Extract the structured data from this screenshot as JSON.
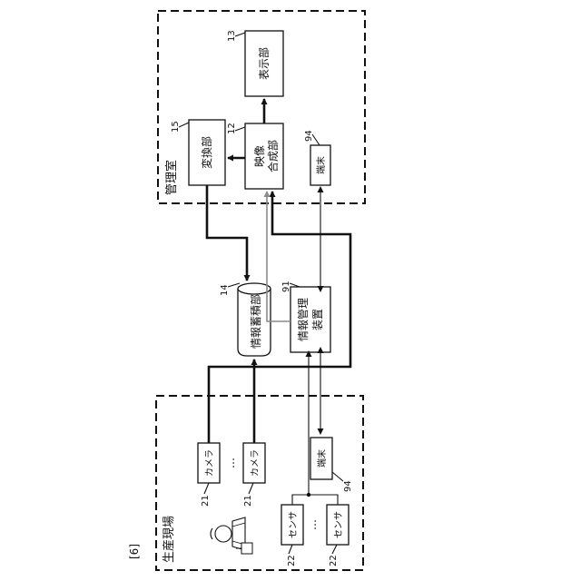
{
  "figure_label": "[6]",
  "management_room": {
    "label": "管理室",
    "display": {
      "label": "表示部",
      "ref": "13"
    },
    "video_compositor": {
      "label_line1": "映像",
      "label_line2": "合成部",
      "ref": "12"
    },
    "converter": {
      "label": "変換部",
      "ref": "15"
    },
    "terminal": {
      "label": "端末",
      "ref": "94"
    }
  },
  "info_storage": {
    "label": "情報蓄積部",
    "ref": "14"
  },
  "info_manager": {
    "label_line1": "情報管理",
    "label_line2": "装置",
    "ref": "91"
  },
  "production_site": {
    "label": "生産現場",
    "camera1": {
      "label": "カメラ",
      "ref": "21"
    },
    "camera2": {
      "label": "カメラ",
      "ref": "21"
    },
    "camera_ellipsis": "…",
    "sensor1": {
      "label": "センサ",
      "ref": "22"
    },
    "sensor2": {
      "label": "センサ",
      "ref": "22"
    },
    "sensor_ellipsis": "…",
    "terminal": {
      "label": "端末",
      "ref": "94"
    }
  }
}
